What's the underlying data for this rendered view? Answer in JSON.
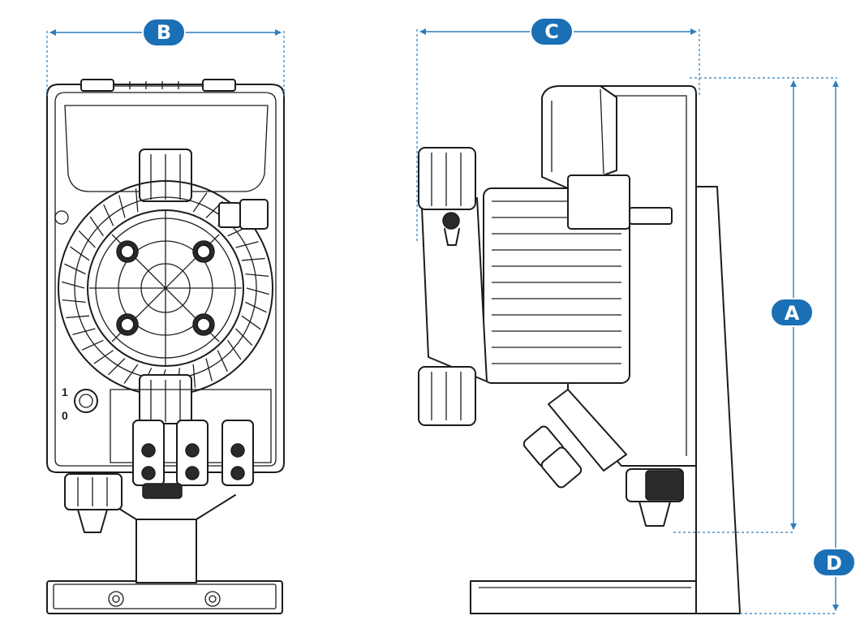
{
  "dimensions": {
    "width_label": "B",
    "depth_label": "C",
    "height_label": "A",
    "total_height_label": "D"
  },
  "front_view": {
    "switch_on_label": "1",
    "switch_off_label": "0"
  },
  "colors": {
    "dimension_line": "#2a7fc0",
    "badge_fill": "#1a6fb5",
    "outline": "#1c1c1c"
  }
}
